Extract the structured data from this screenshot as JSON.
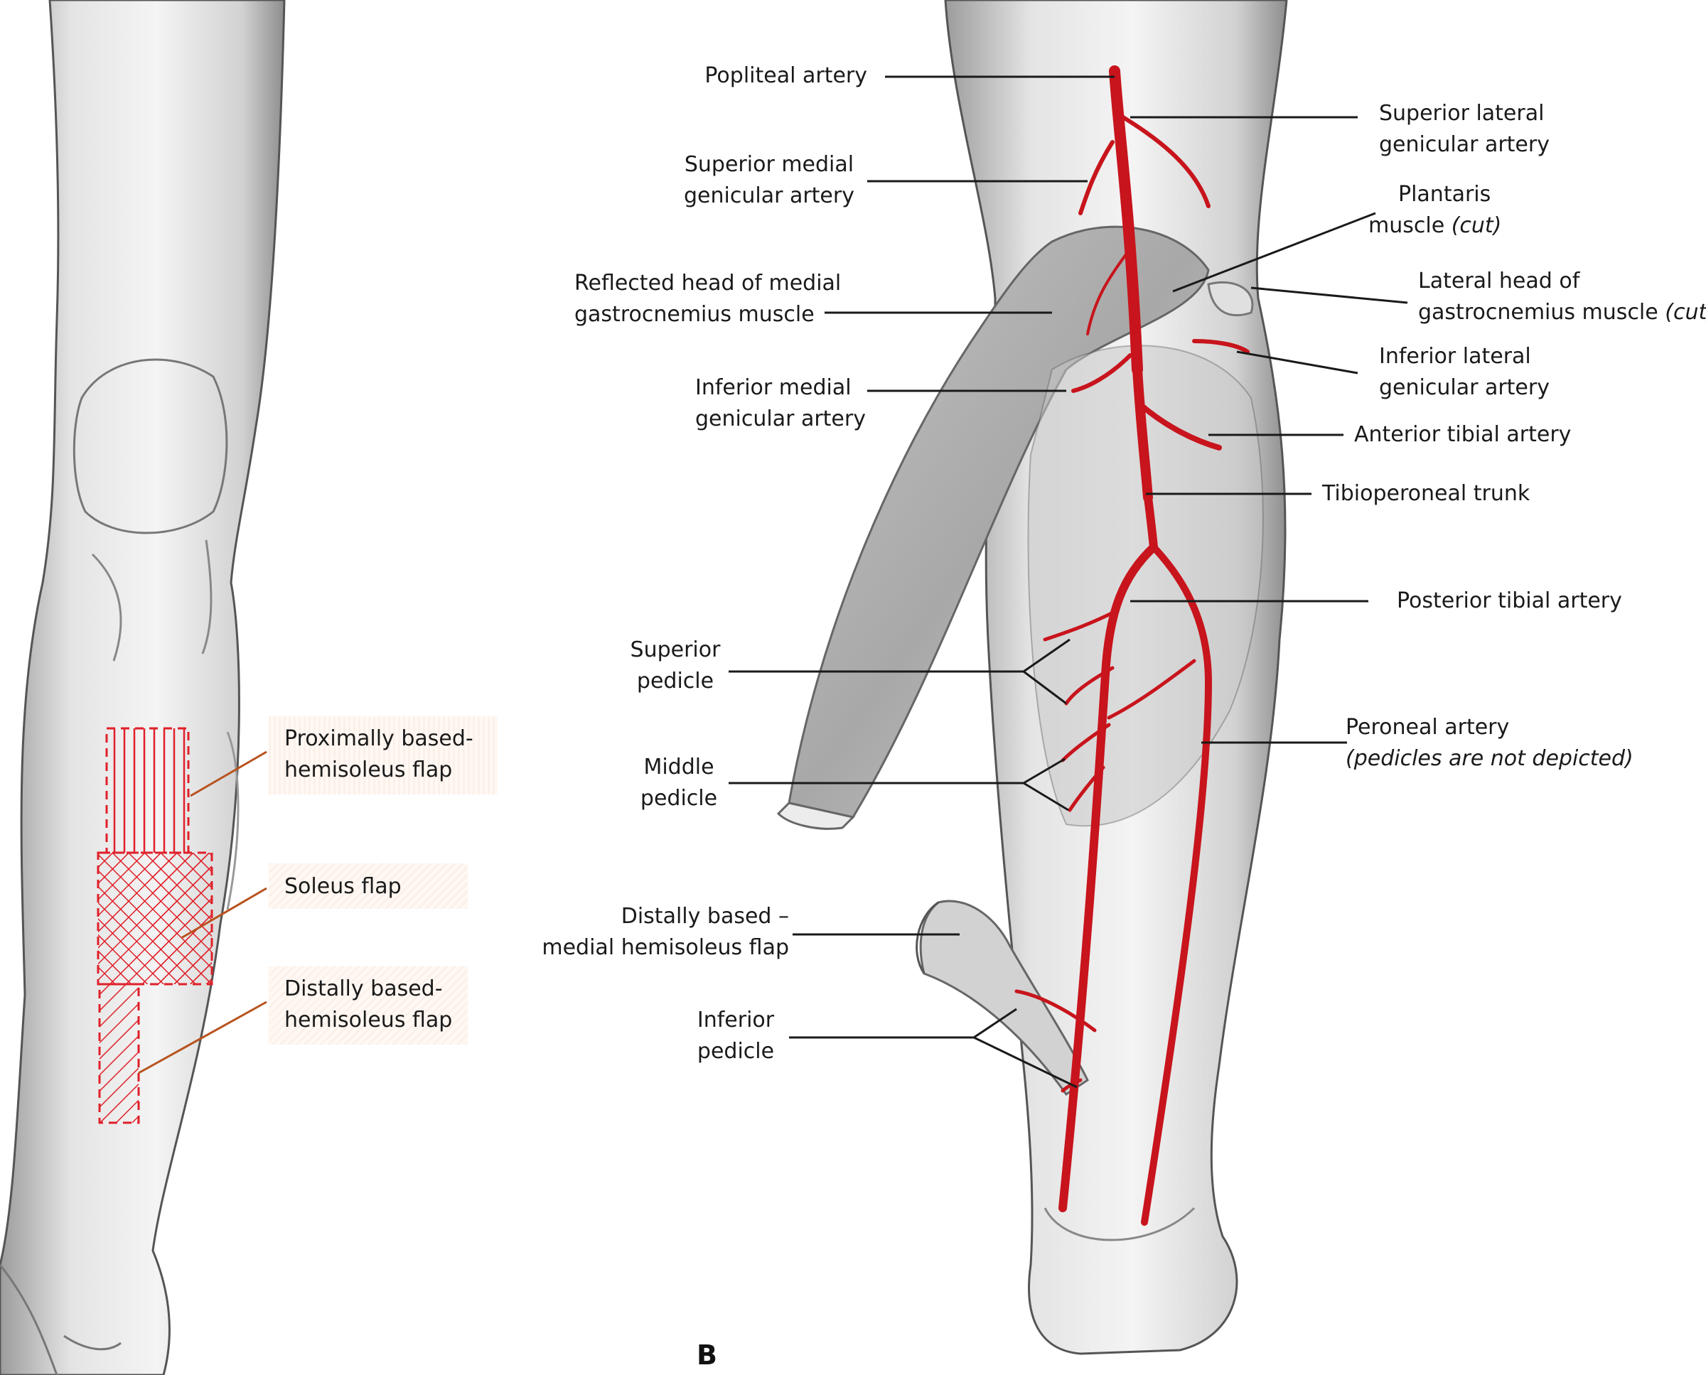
{
  "panel_label": "B",
  "colors": {
    "artery": "#c8141c",
    "hatch": "#e0202a",
    "leader": "#1a1a1a",
    "flap_leader": "#b8521e"
  },
  "labels": {
    "popliteal": "Popliteal artery",
    "sup_lat_gen": [
      "Superior lateral",
      "genicular artery"
    ],
    "sup_med_gen": [
      "Superior medial",
      "genicular artery"
    ],
    "plantaris": [
      "Plantaris",
      "muscle",
      "(cut)"
    ],
    "reflected_head": [
      "Reflected head of medial",
      "gastrocnemius muscle"
    ],
    "lateral_head": [
      "Lateral head of",
      "gastrocnemius muscle",
      "(cut)"
    ],
    "inf_lat_gen": [
      "Inferior lateral",
      "genicular artery"
    ],
    "inf_med_gen": [
      "Inferior medial",
      "genicular artery"
    ],
    "ant_tibial": "Anterior tibial artery",
    "tibioperoneal": "Tibioperoneal trunk",
    "post_tibial": "Posterior tibial artery",
    "sup_pedicle": [
      "Superior",
      "pedicle"
    ],
    "peroneal": [
      "Peroneal artery",
      "(pedicles are not depicted)"
    ],
    "mid_pedicle": [
      "Middle",
      "pedicle"
    ],
    "distal_medial": [
      "Distally based –",
      "medial hemisoleus flap"
    ],
    "inf_pedicle": [
      "Inferior",
      "pedicle"
    ],
    "prox_flap": [
      "Proximally based-",
      "hemisoleus flap"
    ],
    "soleus_flap": "Soleus flap",
    "distal_flap": [
      "Distally based-",
      "hemisoleus flap"
    ]
  }
}
